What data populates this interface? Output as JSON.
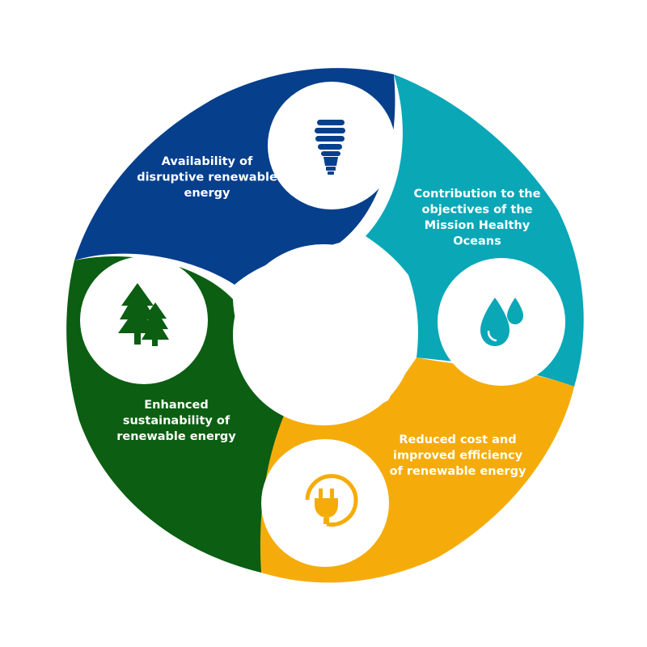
{
  "segments": [
    {
      "id": "blue",
      "color": "#063f8c",
      "icon": "lightbulb-icon",
      "label_lines": [
        "Availability of",
        "disruptive renewable",
        "energy"
      ]
    },
    {
      "id": "teal",
      "color": "#0aa7b7",
      "icon": "water-drops-icon",
      "label_lines": [
        "Contribution to the",
        "objectives of the",
        "Mission Healthy",
        "Oceans"
      ]
    },
    {
      "id": "yellow",
      "color": "#f5ac0a",
      "icon": "power-plug-icon",
      "label_lines": [
        "Reduced cost and",
        "improved efficiency",
        "of renewable energy"
      ]
    },
    {
      "id": "green",
      "color": "#0b5e12",
      "icon": "trees-icon",
      "label_lines": [
        "Enhanced",
        "sustainability of",
        "renewable energy"
      ]
    }
  ]
}
